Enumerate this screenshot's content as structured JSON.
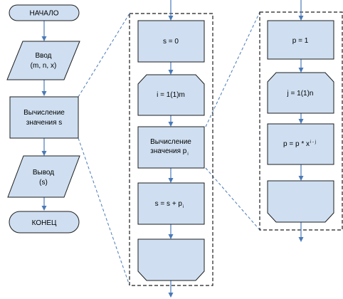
{
  "main_flow": {
    "start": "НАЧАЛО",
    "input_line1": "Ввод",
    "input_line2": "(m, n, x)",
    "compute_line1": "Вычисление",
    "compute_line2": "значения s",
    "output_line1": "Вывод",
    "output_line2": "(s)",
    "end": "КОНЕЦ"
  },
  "s_detail": {
    "init": "s = 0",
    "loop_start": "i = 1(1)m",
    "compute_line1": "Вычисление",
    "compute_line2": "значения p",
    "compute_sub": "i",
    "accumulate": "s = s + p",
    "accumulate_sub": "i"
  },
  "p_detail": {
    "init": "p = 1",
    "loop_start": "j = 1(1)n",
    "multiply": "p = p * x",
    "multiply_sup": "i - j"
  },
  "colors": {
    "shape_fill": "#cfdff1",
    "shape_stroke": "#1e1e1e",
    "connector": "#4a7ab7"
  }
}
